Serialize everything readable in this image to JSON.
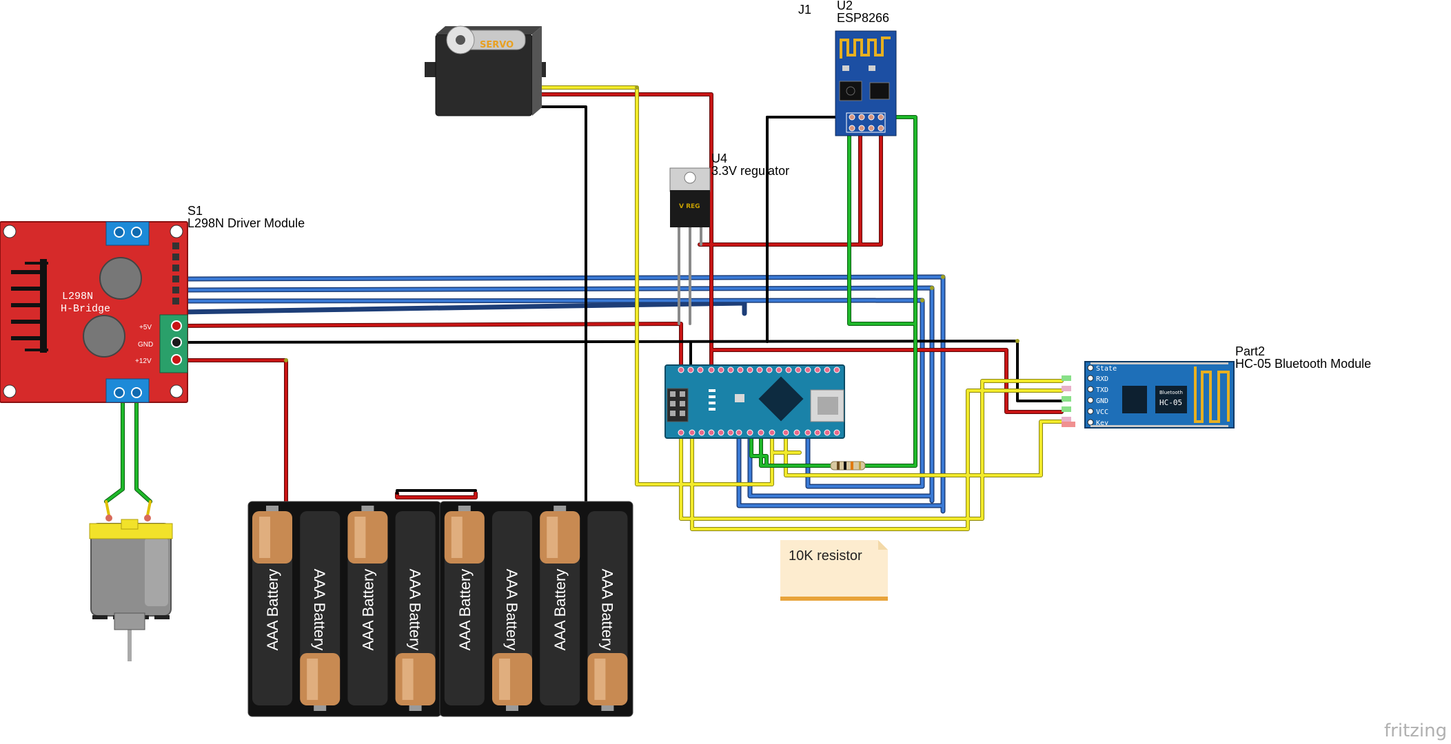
{
  "parts": {
    "l298n": {
      "ref": "S1",
      "name": "L298N Driver Module",
      "board_text_1": "L298N",
      "board_text_2": "H-Bridge",
      "pin_5v": "+5V",
      "pin_gnd": "GND",
      "pin_12v": "+12V",
      "color": "#d62a2a"
    },
    "servo": {
      "name": "SERVO",
      "color": "#2a2a2a"
    },
    "regulator": {
      "ref": "U4",
      "name": "3.3V regulator",
      "chip_text": "V REG"
    },
    "esp8266": {
      "ref_j": "J1",
      "ref": "U2",
      "name": "ESP8266",
      "color": "#1c4fa3"
    },
    "hc05": {
      "ref": "Part2",
      "name": "HC-05 Bluetooth Module",
      "chip_text": "HC-05",
      "chip_sub": "Bluetooth",
      "pins": [
        "State",
        "RXD",
        "TXD",
        "GND",
        "VCC",
        "Key"
      ],
      "color": "#1e6fb8"
    },
    "battery": {
      "label": "AAA Battery",
      "count": 8
    },
    "resistor": {
      "label": "10K resistor"
    },
    "arduino": {
      "color": "#1a82a8"
    }
  },
  "watermark": "fritzing",
  "wire_colors": {
    "blue": "#3a7ad6",
    "red": "#c81414",
    "black": "#1a1a1a",
    "yellow": "#f2ea2a",
    "green": "#1fb82a",
    "gray": "#9a9a9a"
  }
}
